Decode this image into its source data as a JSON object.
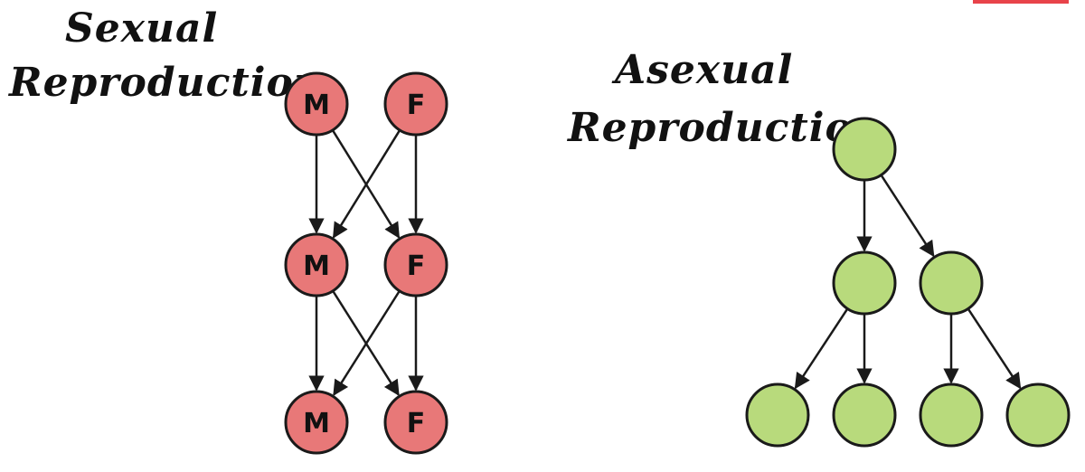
{
  "sexual": {
    "title_line1": "Sexual",
    "title_line2": "Reproduction",
    "node_fill": "#e87878",
    "generations": [
      [
        "M",
        "F"
      ],
      [
        "M",
        "F"
      ],
      [
        "M",
        "F"
      ]
    ]
  },
  "asexual": {
    "title_line1": "Asexual",
    "title_line2": "Reproduction",
    "node_fill": "#b8da7c",
    "generation_sizes": [
      1,
      2,
      4
    ]
  },
  "colors": {
    "stroke": "#1a1a1a",
    "accent": "#e8434a"
  }
}
